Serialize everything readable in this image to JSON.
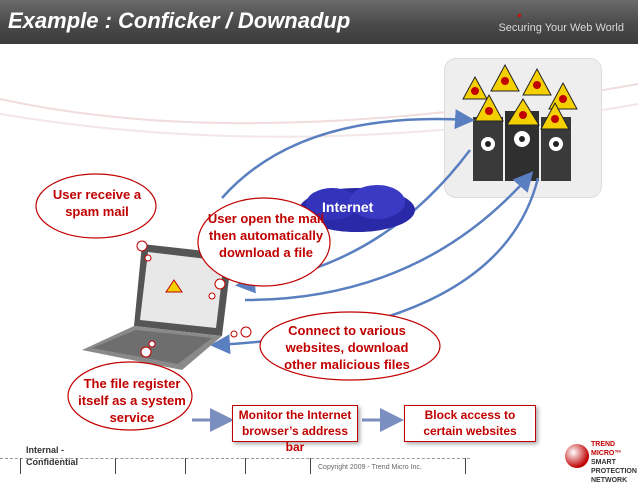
{
  "header": {
    "title": "Example : Conficker / Downadup",
    "tagline": "Securing Your Web World"
  },
  "internet": {
    "label": "Internet"
  },
  "bubbles": {
    "spam": "User receive a spam mail",
    "open": "User open the mail then automatically download a file",
    "connect": "Connect to various websites, download other malicious files",
    "register": "The file register itself as a system service"
  },
  "flow": {
    "monitor": "Monitor the Internet browser’s address bar",
    "block": "Block access to certain websites"
  },
  "footer": {
    "classification": "Internal - Confidential",
    "copyright": "Copyright 2009 - Trend Micro Inc.",
    "brand": "TREND MICRO™",
    "network": "SMART PROTECTION NETWORK"
  }
}
